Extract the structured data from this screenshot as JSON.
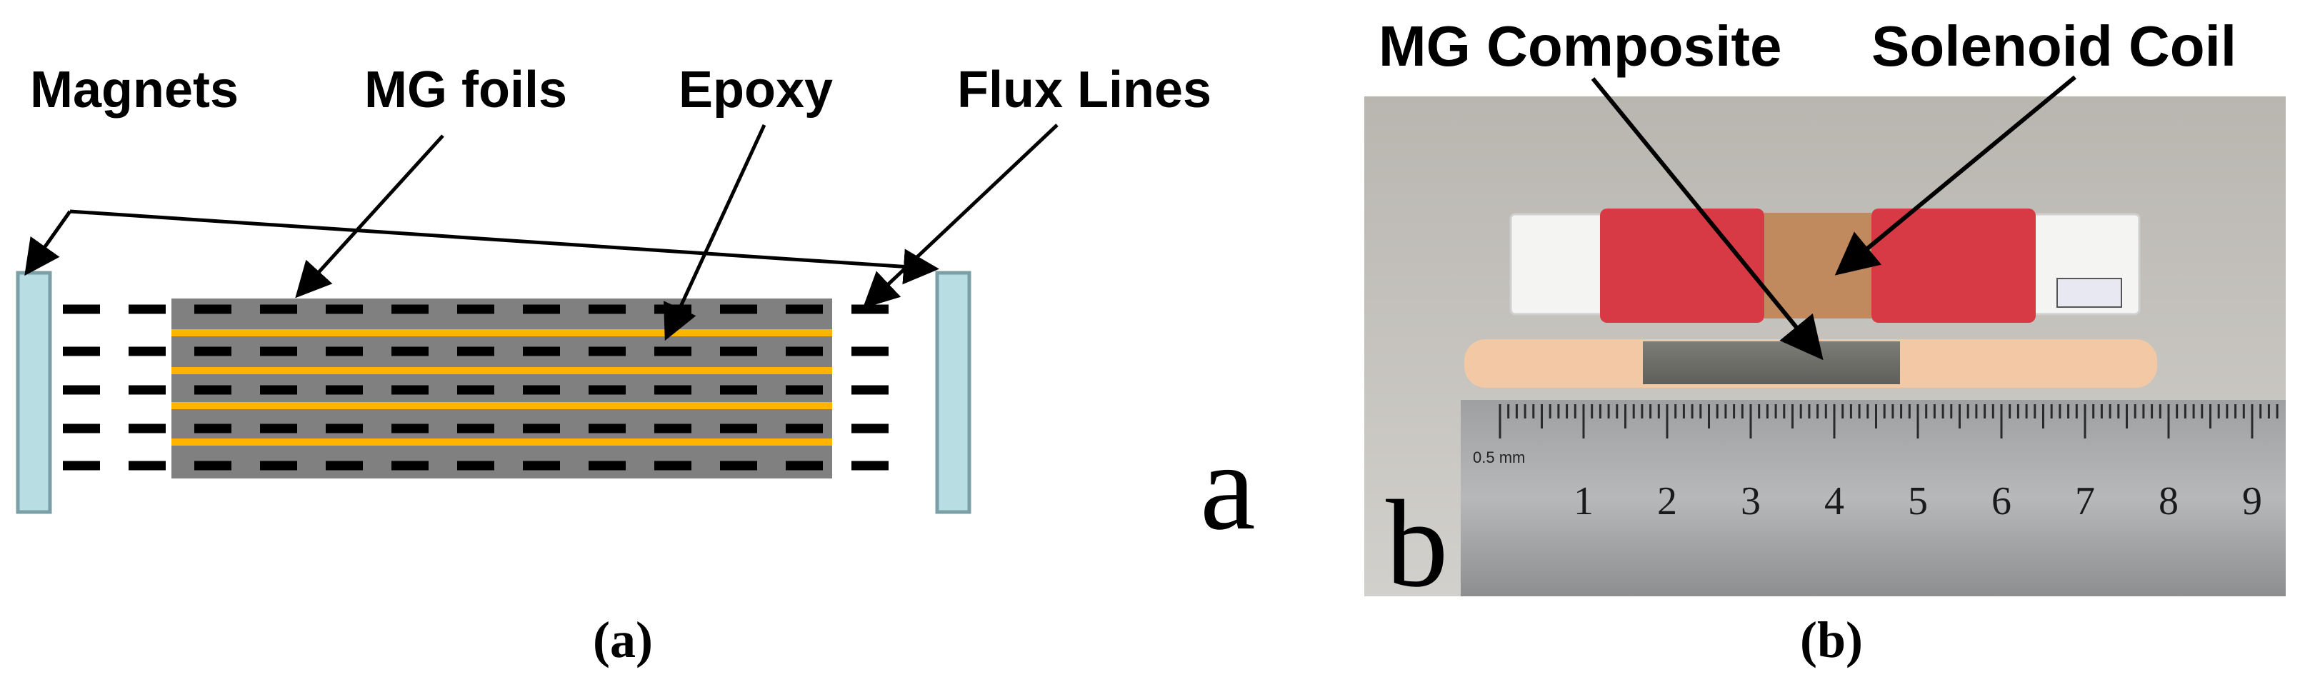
{
  "panel_a": {
    "labels": {
      "magnets": "Magnets",
      "mg_foils": "MG foils",
      "epoxy": "Epoxy",
      "flux_lines": "Flux Lines"
    },
    "panel_letter": "a",
    "caption": "(a)",
    "colors": {
      "magnet_fill": "#b8dde3",
      "magnet_stroke": "#7a9fa6",
      "foil_gray": "#808080",
      "epoxy_orange": "#ffb400",
      "flux_dash": "#000000"
    }
  },
  "panel_b": {
    "labels": {
      "mg_composite": "MG Composite",
      "solenoid_coil": "Solenoid Coil"
    },
    "panel_letter": "b",
    "caption": "(b)",
    "ruler": {
      "numbers": [
        "1",
        "2",
        "3",
        "4",
        "5",
        "6",
        "7",
        "8",
        "9"
      ],
      "scale_text": "0.5 mm"
    }
  }
}
